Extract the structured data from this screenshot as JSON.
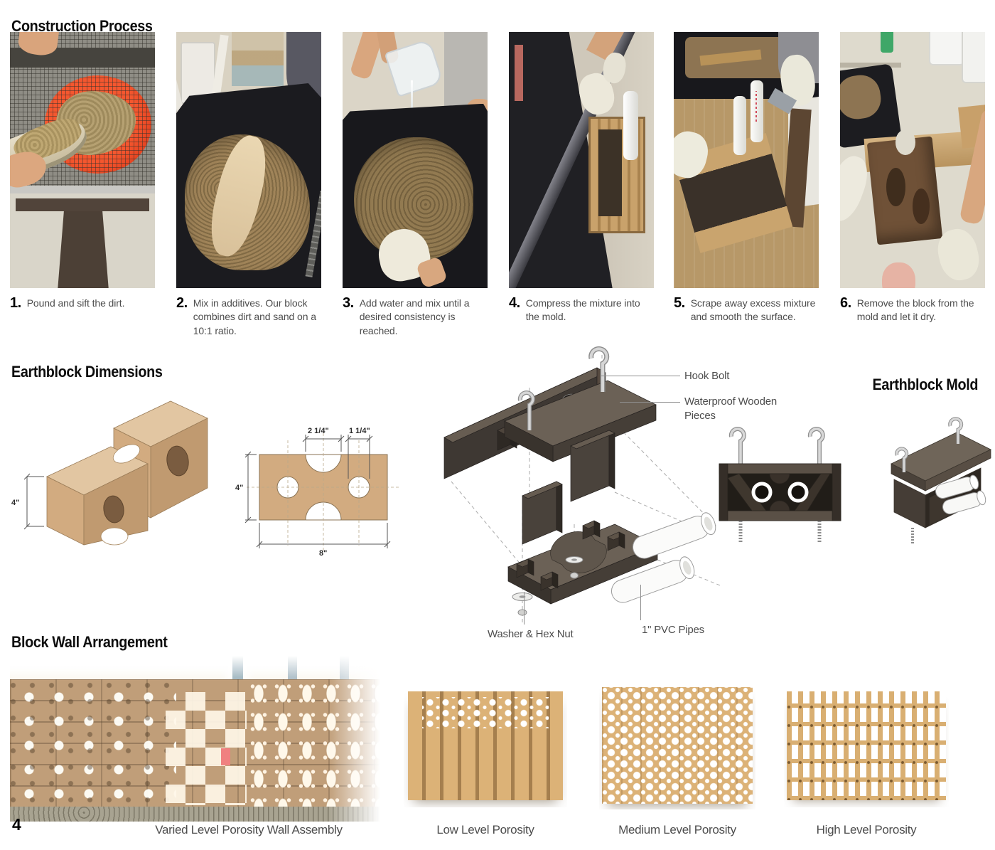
{
  "page_number": "4",
  "construction": {
    "title": "Construction Process",
    "steps": [
      {
        "num": "1.",
        "text": "Pound and sift the dirt."
      },
      {
        "num": "2.",
        "text": "Mix in additives. Our block combines dirt and sand on a 10:1 ratio."
      },
      {
        "num": "3.",
        "text": "Add water and mix until a desired consistency is reached."
      },
      {
        "num": "4.",
        "text": "Compress the mixture into the mold."
      },
      {
        "num": "5.",
        "text": "Scrape away excess mixture and smooth the surface."
      },
      {
        "num": "6.",
        "text": "Remove the block from the mold and let it dry."
      }
    ]
  },
  "dimensions": {
    "title": "Earthblock Dimensions",
    "iso_height": "4\"",
    "plan_height": "4\"",
    "plan_width": "8\"",
    "notch_width": "2 1/4\"",
    "hole_width": "1 1/4\""
  },
  "mold": {
    "title": "Earthblock Mold",
    "labels": {
      "hook_bolt": "Hook Bolt",
      "wooden_pieces": "Waterproof Wooden Pieces",
      "washer_hex_nut": "Washer & Hex Nut",
      "pvc_pipes": "1\" PVC Pipes"
    }
  },
  "wall": {
    "title": "Block Wall Arrangement",
    "captions": [
      "Varied Level Porosity Wall Assembly",
      "Low Level Porosity",
      "Medium Level Porosity",
      "High Level Porosity"
    ]
  },
  "colors": {
    "block_tan": "#d2ab80",
    "mold_dark": "#46403a",
    "accent_red": "#e8391c",
    "caption_gray": "#4d4d4d"
  }
}
